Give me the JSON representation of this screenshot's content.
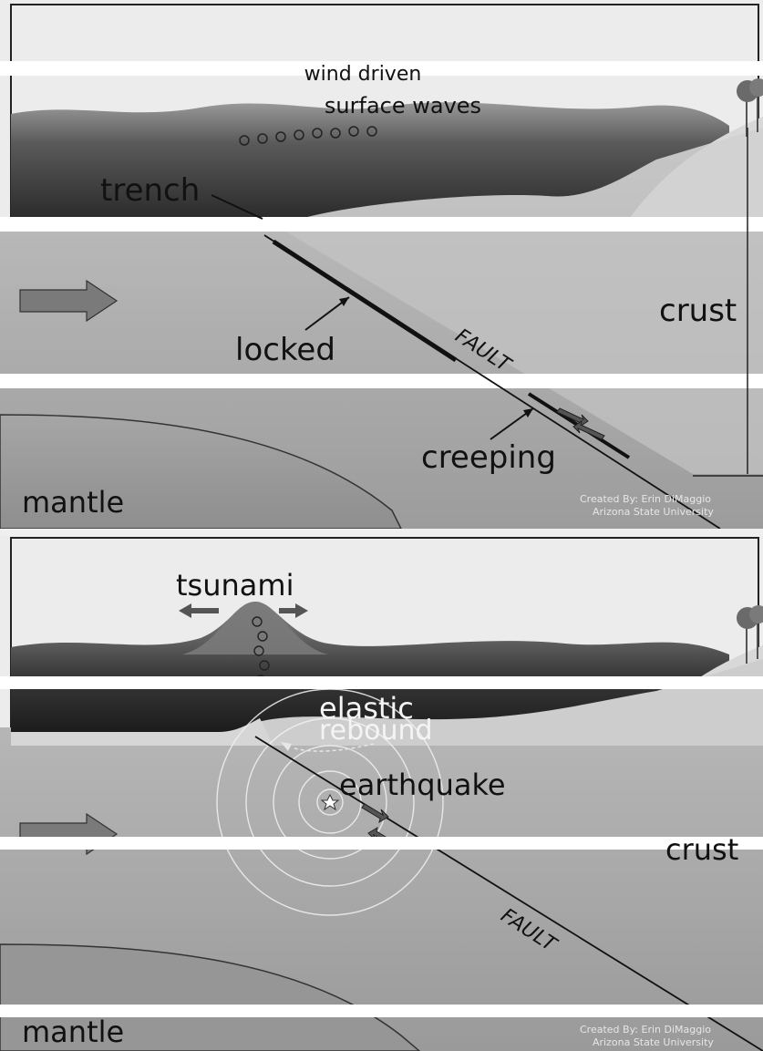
{
  "top_panel": {
    "labels": {
      "surface_waves_line1": "wind driven",
      "surface_waves_line2": "surface waves",
      "trench": "trench",
      "locked": "locked",
      "fault": "FAULT",
      "crust": "crust",
      "creeping": "creeping",
      "mantle": "mantle"
    },
    "credit_line1": "Created By: Erin DiMaggio",
    "credit_line2": "Arizona State University"
  },
  "bottom_panel": {
    "labels": {
      "tsunami": "tsunami",
      "elastic_line1": "elastic",
      "elastic_line2": "rebound",
      "earthquake": "earthquake",
      "crust": "crust",
      "fault": "FAULT",
      "mantle": "mantle"
    },
    "credit_line1": "Created By: Erin DiMaggio",
    "credit_line2": "Arizona State University"
  }
}
